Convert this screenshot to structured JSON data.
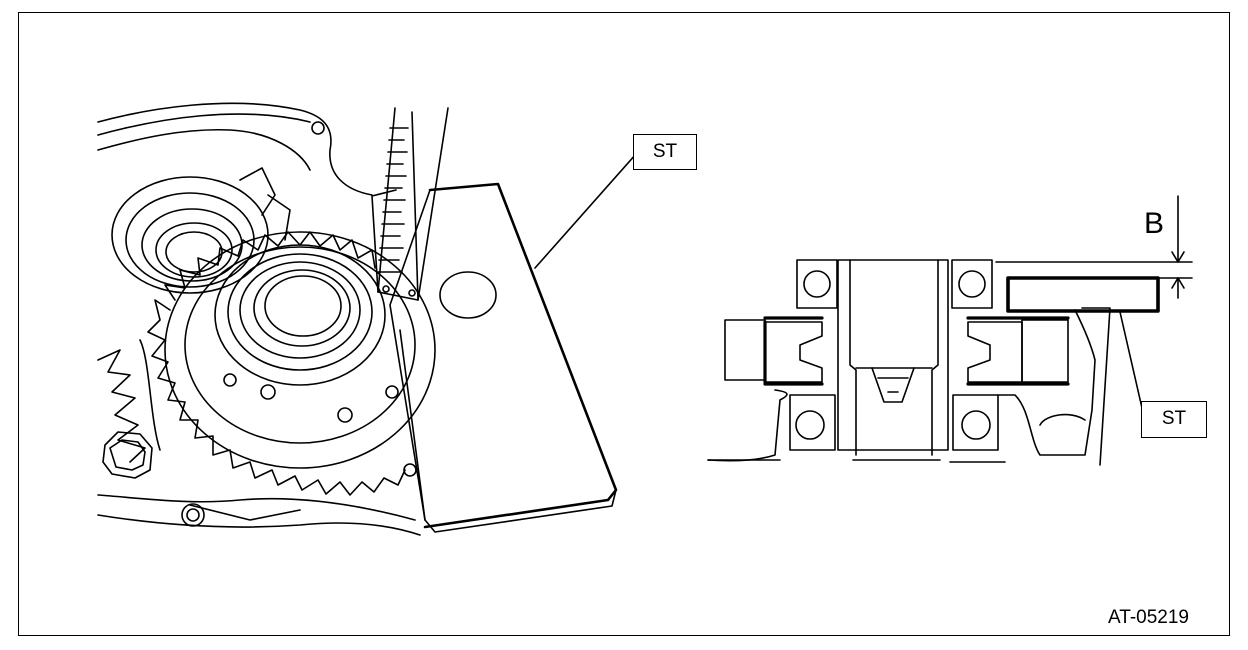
{
  "labels": {
    "st_left": "ST",
    "st_right": "ST",
    "dimension": "B",
    "figure_code": "AT-05219"
  },
  "colors": {
    "line": "#000000",
    "background": "#ffffff"
  }
}
